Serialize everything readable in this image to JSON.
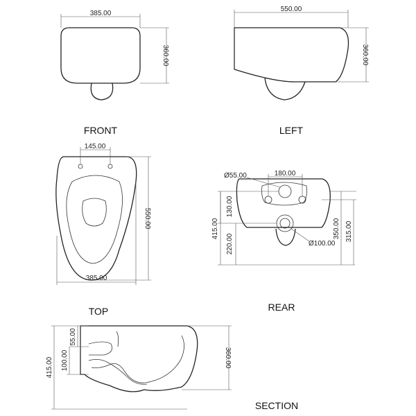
{
  "views": {
    "front": {
      "label": "FRONT",
      "width": "385.00",
      "height": "360.00"
    },
    "left": {
      "label": "LEFT",
      "width": "550.00",
      "height": "360.00"
    },
    "top": {
      "label": "TOP",
      "hole_spacing": "145.00",
      "length": "550.00",
      "width": "385.00"
    },
    "rear": {
      "label": "REAR",
      "inlet_diameter": "Ø55.00",
      "bolt_spacing": "180.00",
      "outlet_diameter": "Ø100.00",
      "inlet_height_offset": "130.00",
      "total_height": "415.00",
      "outlet_height": "220.00",
      "right_height_1": "350.00",
      "right_height_2": "315.00"
    },
    "section": {
      "label": "SECTION",
      "inlet_offset": "55.00",
      "outlet_offset": "100.00",
      "total_height": "415.00",
      "bowl_height": "360.00"
    }
  },
  "colors": {
    "line": "#222222",
    "dimension": "#555555"
  }
}
